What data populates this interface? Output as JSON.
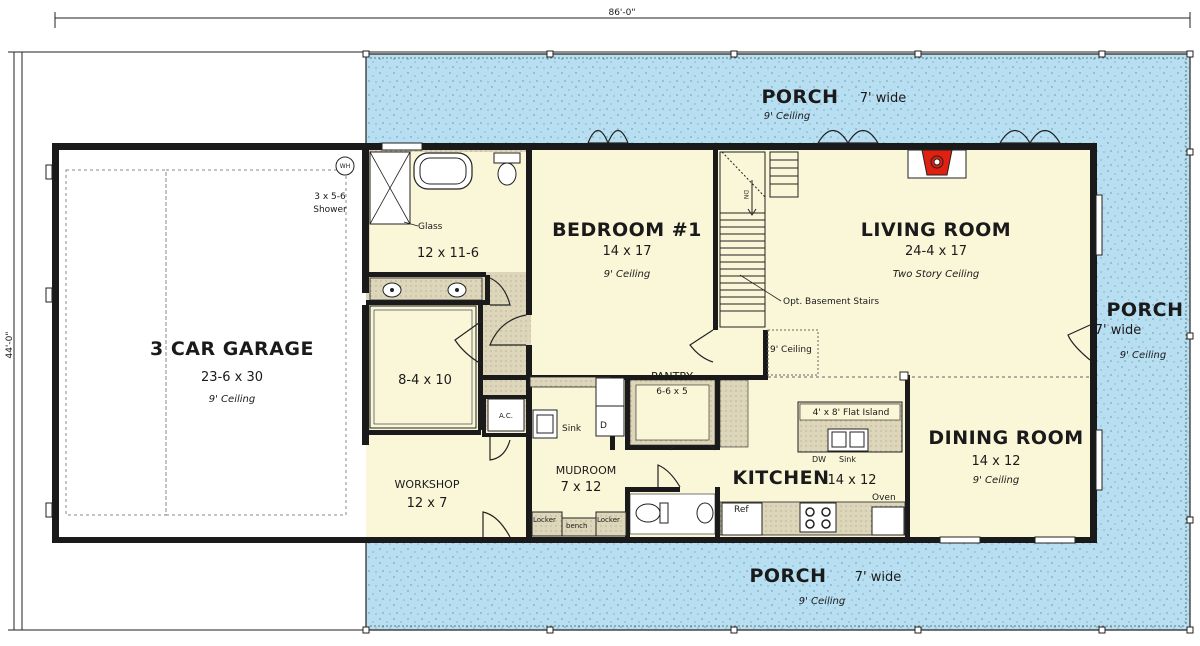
{
  "dimensions": {
    "width_label": "86'-0\"",
    "depth_label": "44'-0\""
  },
  "rooms": {
    "garage": {
      "name": "3 CAR GARAGE",
      "size": "23-6 x 30",
      "ceiling": "9' Ceiling"
    },
    "workshop": {
      "name": "WORKSHOP",
      "size": "12 x 7"
    },
    "bath": {
      "size": "12 x 11-6",
      "shower": "3 x 5-6",
      "shower2": "Shower",
      "glass": "Glass",
      "wh": "WH"
    },
    "closet": {
      "size": "8-4 x 10"
    },
    "ac": {
      "name": "A.C."
    },
    "bedroom": {
      "name": "BEDROOM #1",
      "size": "14 x 17",
      "ceiling": "9' Ceiling"
    },
    "living": {
      "name": "LIVING ROOM",
      "size": "24-4 x 17",
      "ceiling": "Two Story Ceiling",
      "stairs": "Opt. Basement Stairs",
      "dn": "DN",
      "nook_ceiling": "9' Ceiling"
    },
    "pantry": {
      "name": "PANTRY",
      "size": "6-6 x 5"
    },
    "mudroom": {
      "name": "MUDROOM",
      "size": "7 x 12",
      "sink": "Sink",
      "d": "D",
      "locker1": "Locker",
      "bench": "bench",
      "locker2": "Locker"
    },
    "kitchen": {
      "name": "KITCHEN",
      "size": "14 x 12",
      "island": "4' x 8' Flat Island",
      "dw": "DW",
      "sink": "Sink",
      "ref": "Ref",
      "oven": "Oven"
    },
    "dining": {
      "name": "DINING ROOM",
      "size": "14 x 12",
      "ceiling": "9' Ceiling"
    }
  },
  "porches": {
    "front": {
      "name": "PORCH",
      "width": "7' wide",
      "ceiling": "9' Ceiling"
    },
    "back": {
      "name": "PORCH",
      "width": "7' wide",
      "ceiling": "9' Ceiling"
    },
    "side": {
      "name": "PORCH",
      "width": "7' wide",
      "ceiling": "9' Ceiling"
    }
  },
  "colors": {
    "interior": "#faf6d8",
    "porch": "#b8dff1",
    "wet": "#ded6ba",
    "hearth": "#e02010",
    "wall": "#1a1a1a"
  }
}
